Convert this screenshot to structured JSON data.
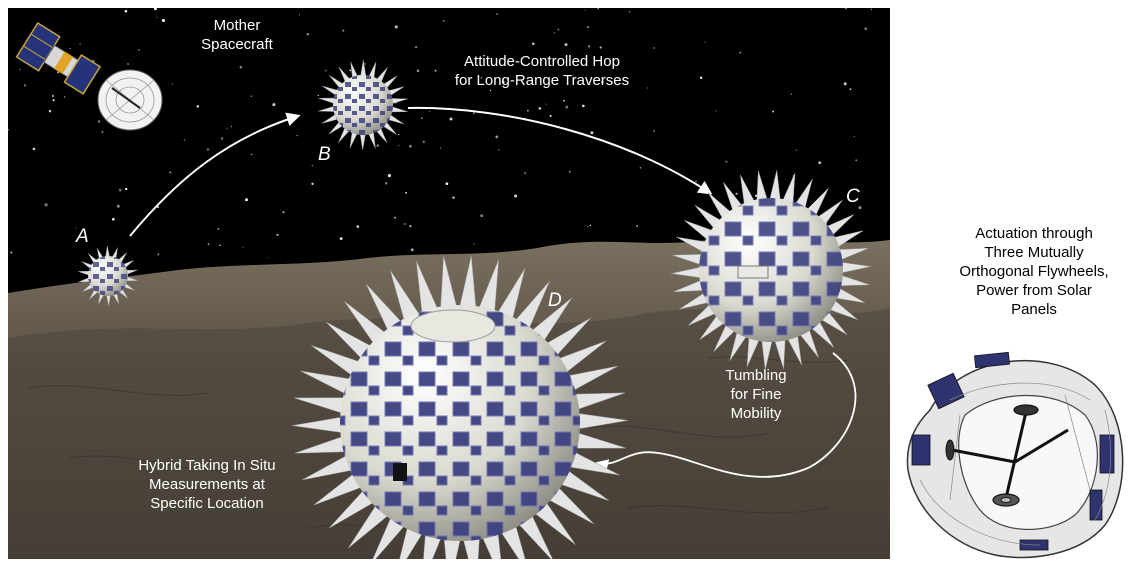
{
  "labels": {
    "mother_spacecraft": "Mother\nSpacecraft",
    "hop": "Attitude-Controlled Hop\nfor Long-Range Traverses",
    "tumbling": "Tumbling\nfor Fine\nMobility",
    "hybrid": "Hybrid Taking In Situ\nMeasurements at\nSpecific Location",
    "actuation": "Actuation through\nThree Mutually\nOrthogonal Flywheels,\nPower from Solar\nPanels"
  },
  "letters": {
    "a": "A",
    "b": "B",
    "c": "C",
    "d": "D"
  },
  "colors": {
    "sky": "#000000",
    "terrain": "#5e554a",
    "label_text": "#ffffff",
    "panel": "#3a3f7a",
    "body": "#e6e6dc"
  }
}
